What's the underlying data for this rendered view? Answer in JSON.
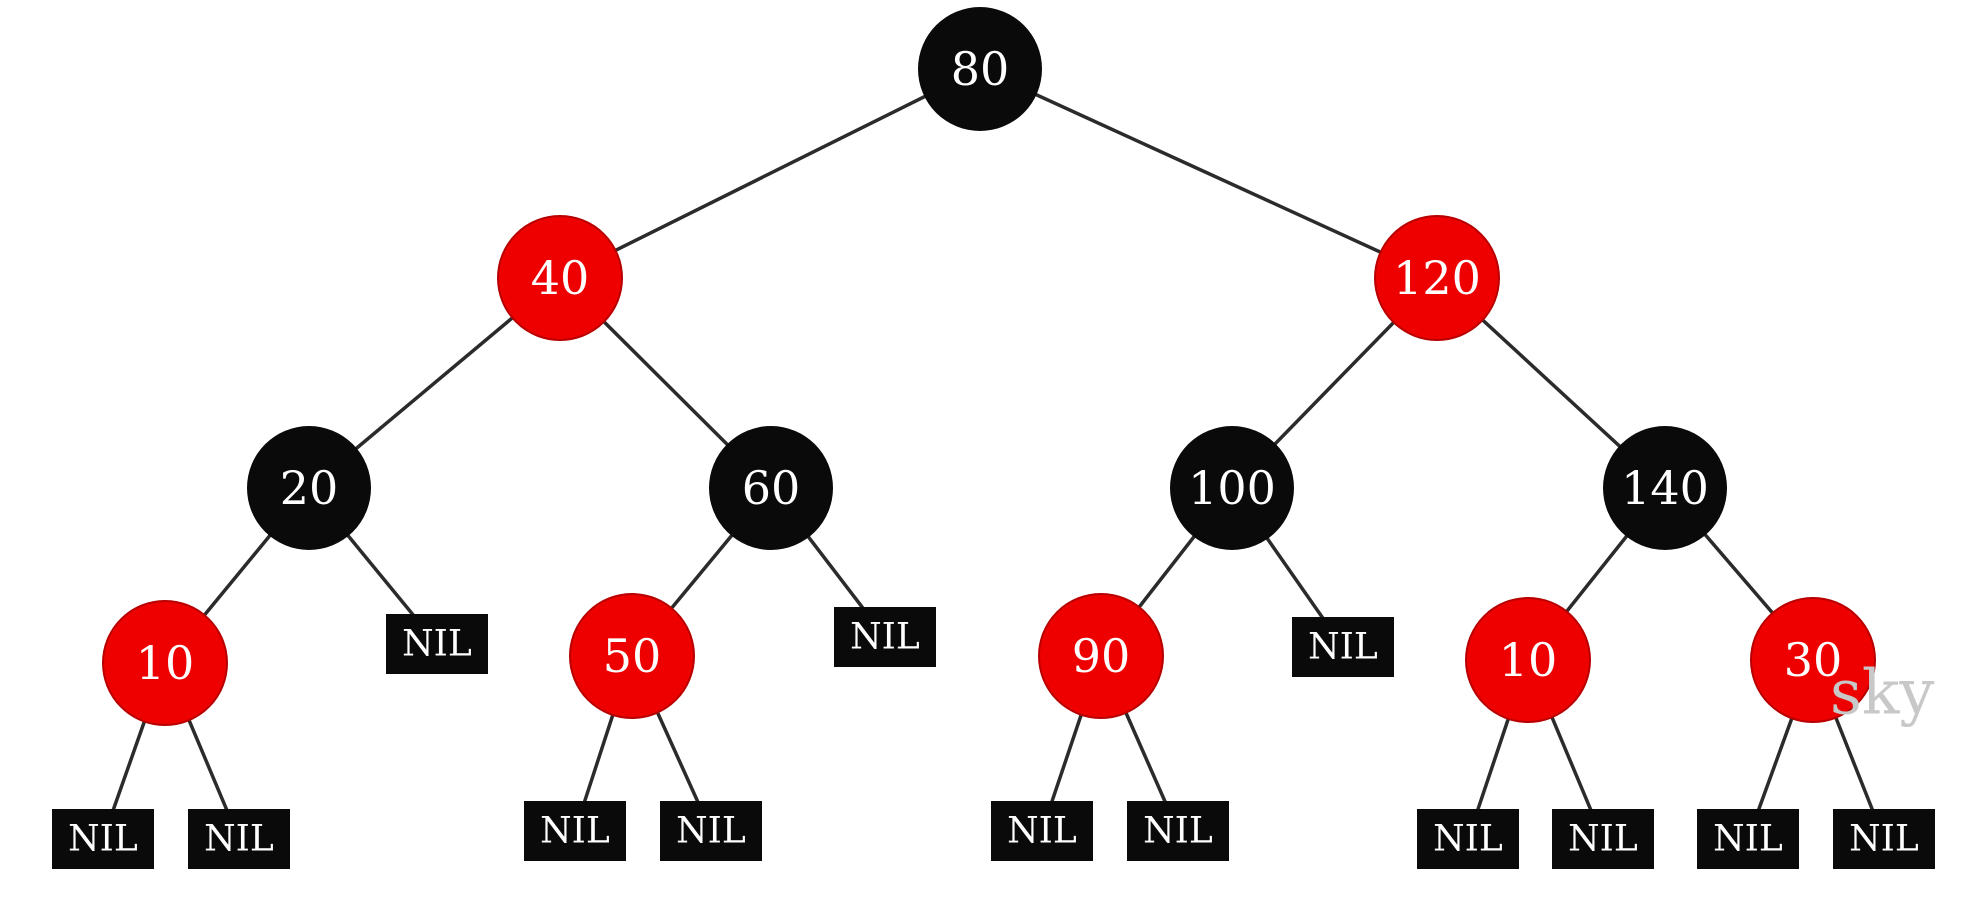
{
  "diagram": {
    "type": "red-black-tree",
    "colors": {
      "red": "#ee0000",
      "black": "#0a0a0a",
      "nil": "#0a0a0a",
      "text": "#ffffff",
      "edge": "#2b2b2b",
      "watermark": "#c8c8c8"
    },
    "nodes": [
      {
        "id": "n80",
        "label": "80",
        "color": "black"
      },
      {
        "id": "n40",
        "label": "40",
        "color": "red"
      },
      {
        "id": "n120",
        "label": "120",
        "color": "red"
      },
      {
        "id": "n20",
        "label": "20",
        "color": "black"
      },
      {
        "id": "n60",
        "label": "60",
        "color": "black"
      },
      {
        "id": "n100",
        "label": "100",
        "color": "black"
      },
      {
        "id": "n140",
        "label": "140",
        "color": "black"
      },
      {
        "id": "n10a",
        "label": "10",
        "color": "red"
      },
      {
        "id": "n50",
        "label": "50",
        "color": "red"
      },
      {
        "id": "n90",
        "label": "90",
        "color": "red"
      },
      {
        "id": "n10b",
        "label": "10",
        "color": "red"
      },
      {
        "id": "n30",
        "label": "30",
        "color": "red"
      }
    ],
    "nils": [
      {
        "id": "nil20r",
        "label": "NIL",
        "parent": "n20"
      },
      {
        "id": "nil60r",
        "label": "NIL",
        "parent": "n60"
      },
      {
        "id": "nil100r",
        "label": "NIL",
        "parent": "n100"
      },
      {
        "id": "nil10al",
        "label": "NIL",
        "parent": "n10a"
      },
      {
        "id": "nil10ar",
        "label": "NIL",
        "parent": "n10a"
      },
      {
        "id": "nil50l",
        "label": "NIL",
        "parent": "n50"
      },
      {
        "id": "nil50r",
        "label": "NIL",
        "parent": "n50"
      },
      {
        "id": "nil90l",
        "label": "NIL",
        "parent": "n90"
      },
      {
        "id": "nil90r",
        "label": "NIL",
        "parent": "n90"
      },
      {
        "id": "nil10bl",
        "label": "NIL",
        "parent": "n10b"
      },
      {
        "id": "nil10br",
        "label": "NIL",
        "parent": "n10b"
      },
      {
        "id": "nil30l",
        "label": "NIL",
        "parent": "n30"
      },
      {
        "id": "nil30r",
        "label": "NIL",
        "parent": "n30"
      }
    ],
    "edges": [
      [
        "n80",
        "n40"
      ],
      [
        "n80",
        "n120"
      ],
      [
        "n40",
        "n20"
      ],
      [
        "n40",
        "n60"
      ],
      [
        "n120",
        "n100"
      ],
      [
        "n120",
        "n140"
      ],
      [
        "n20",
        "n10a"
      ],
      [
        "n20",
        "nil20r"
      ],
      [
        "n60",
        "n50"
      ],
      [
        "n60",
        "nil60r"
      ],
      [
        "n100",
        "n90"
      ],
      [
        "n100",
        "nil100r"
      ],
      [
        "n140",
        "n10b"
      ],
      [
        "n140",
        "n30"
      ],
      [
        "n10a",
        "nil10al"
      ],
      [
        "n10a",
        "nil10ar"
      ],
      [
        "n50",
        "nil50l"
      ],
      [
        "n50",
        "nil50r"
      ],
      [
        "n90",
        "nil90l"
      ],
      [
        "n90",
        "nil90r"
      ],
      [
        "n10b",
        "nil10bl"
      ],
      [
        "n10b",
        "nil10br"
      ],
      [
        "n30",
        "nil30l"
      ],
      [
        "n30",
        "nil30r"
      ]
    ],
    "watermark": "sky"
  }
}
